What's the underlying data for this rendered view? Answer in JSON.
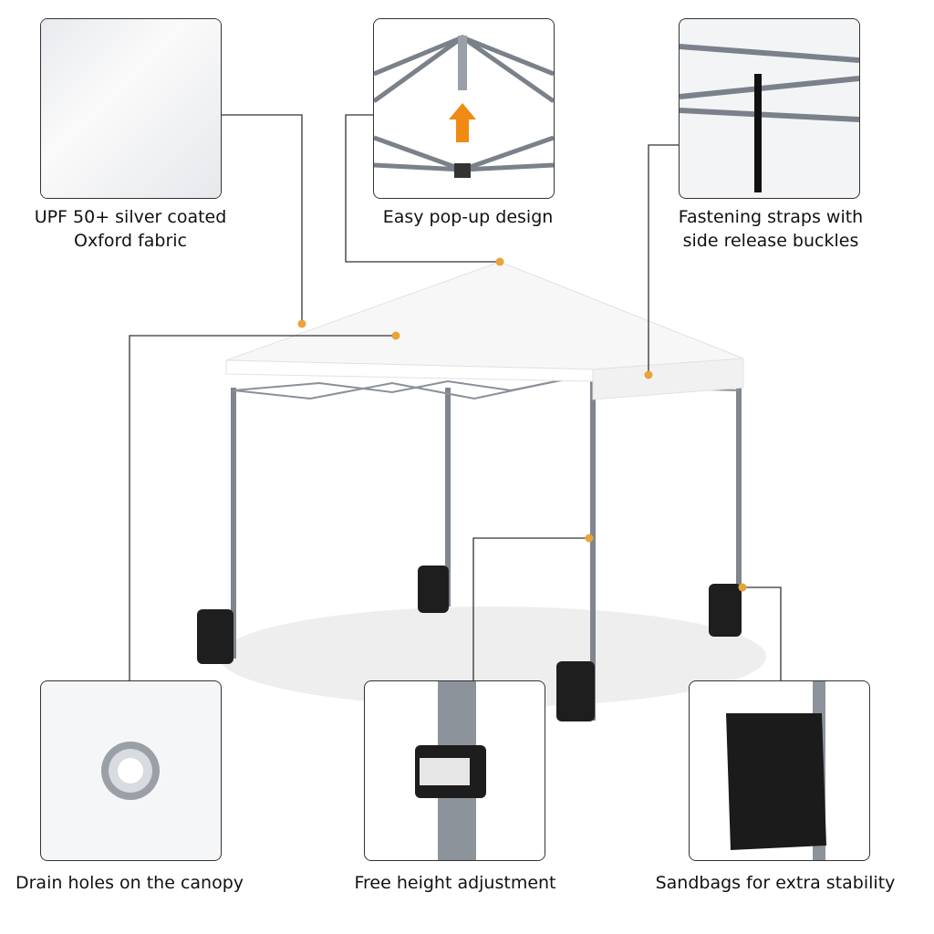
{
  "features": {
    "fabric": {
      "line1": "UPF 50+ silver coated",
      "line2": "Oxford fabric"
    },
    "popup": {
      "line1": "Easy pop-up design"
    },
    "straps": {
      "line1": "Fastening straps with",
      "line2": "side release buckles"
    },
    "drain": {
      "line1": "Drain holes on the canopy"
    },
    "height": {
      "line1": "Free height adjustment"
    },
    "sandbags": {
      "line1": "Sandbags for extra stability"
    }
  },
  "colors": {
    "callout_dot": "#e8a33a",
    "callout_line": "#333333",
    "frame": "#7b818a",
    "arrow": "#f08a12"
  }
}
